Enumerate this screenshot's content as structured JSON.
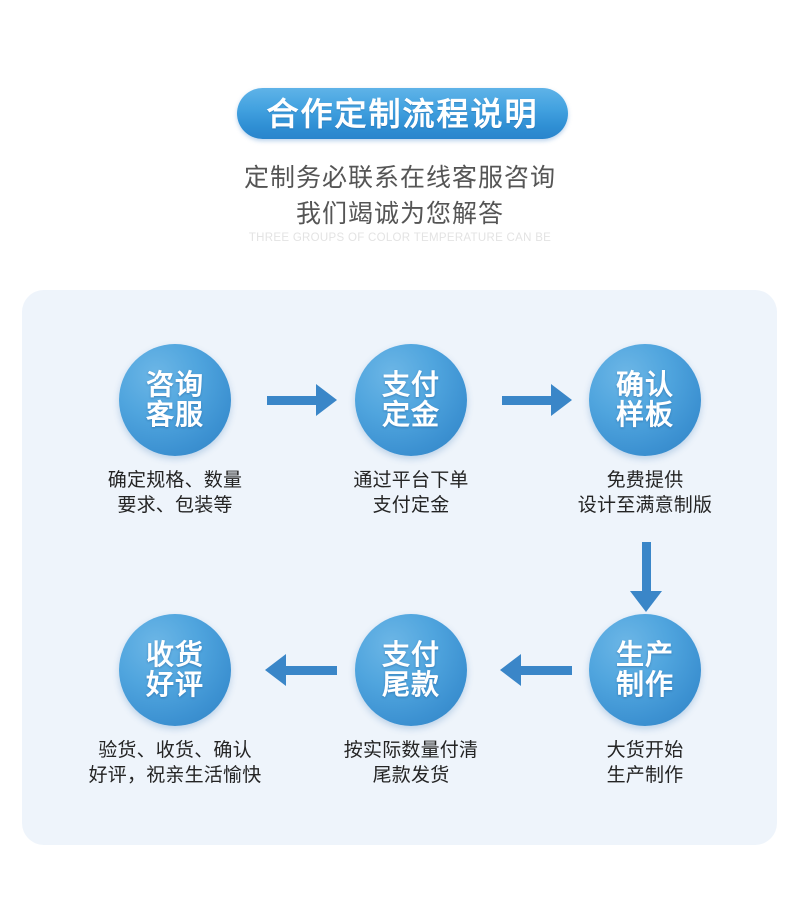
{
  "header": {
    "title": "合作定制流程说明",
    "subtitle_line_1": "定制务必联系在线客服咨询",
    "subtitle_line_2": "我们竭诚为您解答",
    "eyebrow_en": "THREE GROUPS OF COLOR TEMPERATURE CAN BE"
  },
  "colors": {
    "pill_light": "#5fb3e8",
    "pill_dark": "#2a85cc",
    "circle_light": "#6cb6e6",
    "circle_dark": "#2f82c4",
    "arrow": "#3a86c8",
    "panel_bg": "#eef4fb",
    "subtitle_text": "#555555",
    "caption_text": "#242424",
    "eyebrow_text": "#e3e3e3"
  },
  "flow": {
    "steps": [
      {
        "id": "consult-service",
        "circle_line_1": "咨询",
        "circle_line_2": "客服",
        "caption_line_1": "确定规格、数量",
        "caption_line_2": "要求、包装等"
      },
      {
        "id": "pay-deposit",
        "circle_line_1": "支付",
        "circle_line_2": "定金",
        "caption_line_1": "通过平台下单",
        "caption_line_2": "支付定金"
      },
      {
        "id": "confirm-sample",
        "circle_line_1": "确认",
        "circle_line_2": "样板",
        "caption_line_1": "免费提供",
        "caption_line_2": "设计至满意制版"
      },
      {
        "id": "production",
        "circle_line_1": "生产",
        "circle_line_2": "制作",
        "caption_line_1": "大货开始",
        "caption_line_2": "生产制作"
      },
      {
        "id": "pay-balance",
        "circle_line_1": "支付",
        "circle_line_2": "尾款",
        "caption_line_1": "按实际数量付清",
        "caption_line_2": "尾款发货"
      },
      {
        "id": "receive-review",
        "circle_line_1": "收货",
        "circle_line_2": "好评",
        "caption_line_1": "验货、收货、确认",
        "caption_line_2": "好评，祝亲生活愉快"
      }
    ],
    "arrows": [
      {
        "id": "arrow-consult-to-deposit",
        "direction": "right"
      },
      {
        "id": "arrow-deposit-to-sample",
        "direction": "right"
      },
      {
        "id": "arrow-sample-to-production",
        "direction": "down"
      },
      {
        "id": "arrow-production-to-balance",
        "direction": "left"
      },
      {
        "id": "arrow-balance-to-receive",
        "direction": "left"
      }
    ]
  }
}
